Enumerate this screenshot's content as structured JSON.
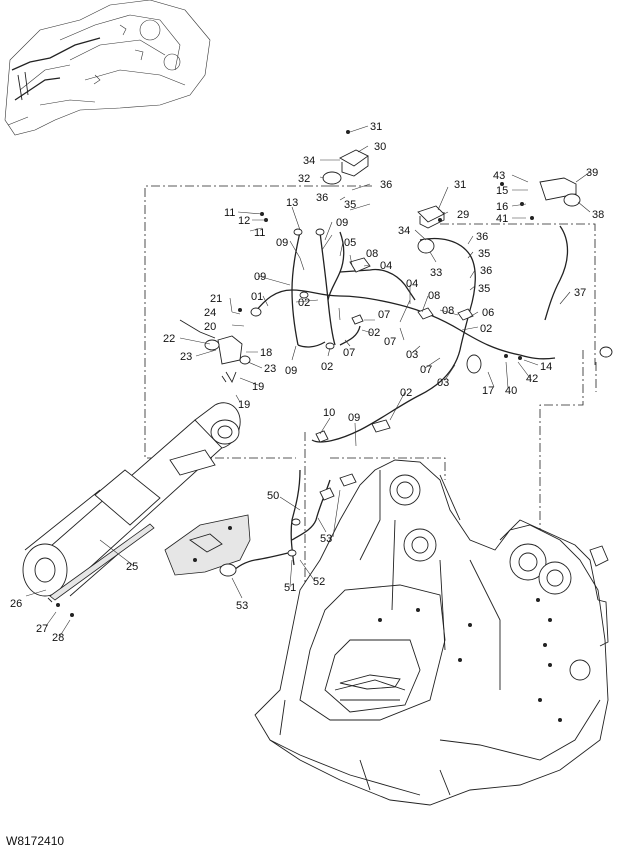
{
  "figure_code": "W8172410",
  "callouts": [
    {
      "id": "c31a",
      "text": "31"
    },
    {
      "id": "c30",
      "text": "30"
    },
    {
      "id": "c34a",
      "text": "34"
    },
    {
      "id": "c32",
      "text": "32"
    },
    {
      "id": "c36a",
      "text": "36"
    },
    {
      "id": "c36b",
      "text": "36"
    },
    {
      "id": "c35a",
      "text": "35"
    },
    {
      "id": "c11a",
      "text": "11"
    },
    {
      "id": "c12",
      "text": "12"
    },
    {
      "id": "c13",
      "text": "13"
    },
    {
      "id": "c11b",
      "text": "11"
    },
    {
      "id": "c09a",
      "text": "09"
    },
    {
      "id": "c09b",
      "text": "09"
    },
    {
      "id": "c05",
      "text": "05"
    },
    {
      "id": "c08a",
      "text": "08"
    },
    {
      "id": "c04a",
      "text": "04"
    },
    {
      "id": "c09c",
      "text": "09"
    },
    {
      "id": "c01",
      "text": "01"
    },
    {
      "id": "c02a",
      "text": "02"
    },
    {
      "id": "c07a",
      "text": "07"
    },
    {
      "id": "c21",
      "text": "21"
    },
    {
      "id": "c24",
      "text": "24"
    },
    {
      "id": "c20",
      "text": "20"
    },
    {
      "id": "c22",
      "text": "22"
    },
    {
      "id": "c18",
      "text": "18"
    },
    {
      "id": "c23a",
      "text": "23"
    },
    {
      "id": "c23b",
      "text": "23"
    },
    {
      "id": "c19a",
      "text": "19"
    },
    {
      "id": "c19b",
      "text": "19"
    },
    {
      "id": "c09d",
      "text": "09"
    },
    {
      "id": "c02b",
      "text": "02"
    },
    {
      "id": "c07b",
      "text": "07"
    },
    {
      "id": "c02c",
      "text": "02"
    },
    {
      "id": "c31b",
      "text": "31"
    },
    {
      "id": "c29",
      "text": "29"
    },
    {
      "id": "c34b",
      "text": "34"
    },
    {
      "id": "c36c",
      "text": "36"
    },
    {
      "id": "c35b",
      "text": "35"
    },
    {
      "id": "c33",
      "text": "33"
    },
    {
      "id": "c36d",
      "text": "36"
    },
    {
      "id": "c35c",
      "text": "35"
    },
    {
      "id": "c04b",
      "text": "04"
    },
    {
      "id": "c08b",
      "text": "08"
    },
    {
      "id": "c08c",
      "text": "08"
    },
    {
      "id": "c06",
      "text": "06"
    },
    {
      "id": "c02d",
      "text": "02"
    },
    {
      "id": "c07c",
      "text": "07"
    },
    {
      "id": "c03a",
      "text": "03"
    },
    {
      "id": "c07d",
      "text": "07"
    },
    {
      "id": "c03b",
      "text": "03"
    },
    {
      "id": "c43",
      "text": "43"
    },
    {
      "id": "c39",
      "text": "39"
    },
    {
      "id": "c15",
      "text": "15"
    },
    {
      "id": "c16",
      "text": "16"
    },
    {
      "id": "c38",
      "text": "38"
    },
    {
      "id": "c41",
      "text": "41"
    },
    {
      "id": "c37",
      "text": "37"
    },
    {
      "id": "c14",
      "text": "14"
    },
    {
      "id": "c42",
      "text": "42"
    },
    {
      "id": "c17",
      "text": "17"
    },
    {
      "id": "c40",
      "text": "40"
    },
    {
      "id": "c02e",
      "text": "02"
    },
    {
      "id": "c10",
      "text": "10"
    },
    {
      "id": "c09e",
      "text": "09"
    },
    {
      "id": "c50",
      "text": "50"
    },
    {
      "id": "c53a",
      "text": "53"
    },
    {
      "id": "c25",
      "text": "25"
    },
    {
      "id": "c51",
      "text": "51"
    },
    {
      "id": "c52",
      "text": "52"
    },
    {
      "id": "c53b",
      "text": "53"
    },
    {
      "id": "c26",
      "text": "26"
    },
    {
      "id": "c27",
      "text": "27"
    },
    {
      "id": "c28",
      "text": "28"
    }
  ]
}
